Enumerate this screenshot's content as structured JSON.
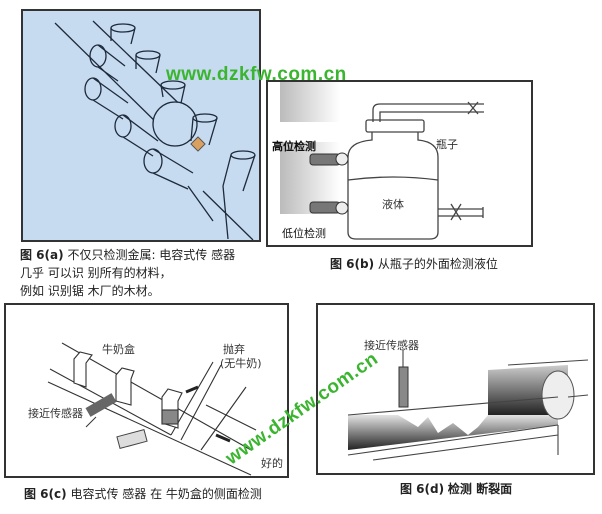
{
  "watermark": "www.dzkfw.com.cn",
  "figure_a": {
    "caption_label": "图 6(a)",
    "caption_lines": [
      "不仅只检测金属: 电容式传 感器",
      "几乎 可以识 别所有的材料，",
      "例如 识别锯 木厂的木材。"
    ]
  },
  "figure_b": {
    "caption_label": "图 6(b)",
    "caption_text": "从瓶子的外面检测液位",
    "labels": {
      "high": "高位检测",
      "low": "低位检测",
      "bottle": "瓶子",
      "liquid": "液体"
    }
  },
  "figure_c": {
    "caption_label": "图 6(c)",
    "caption_text": "电容式传 感器 在 牛奶盒的侧面检测",
    "labels": {
      "carton": "牛奶盒",
      "reject": "抛弃",
      "reject_note": "(无牛奶)",
      "sensor": "接近传感器",
      "good": "好的"
    }
  },
  "figure_d": {
    "caption_label": "图 6(d)",
    "caption_text": "检测 断裂面",
    "labels": {
      "sensor": "接近传感器"
    }
  },
  "colors": {
    "panel_a_bg": "#c6daf0",
    "watermark": "#3bb52f"
  }
}
